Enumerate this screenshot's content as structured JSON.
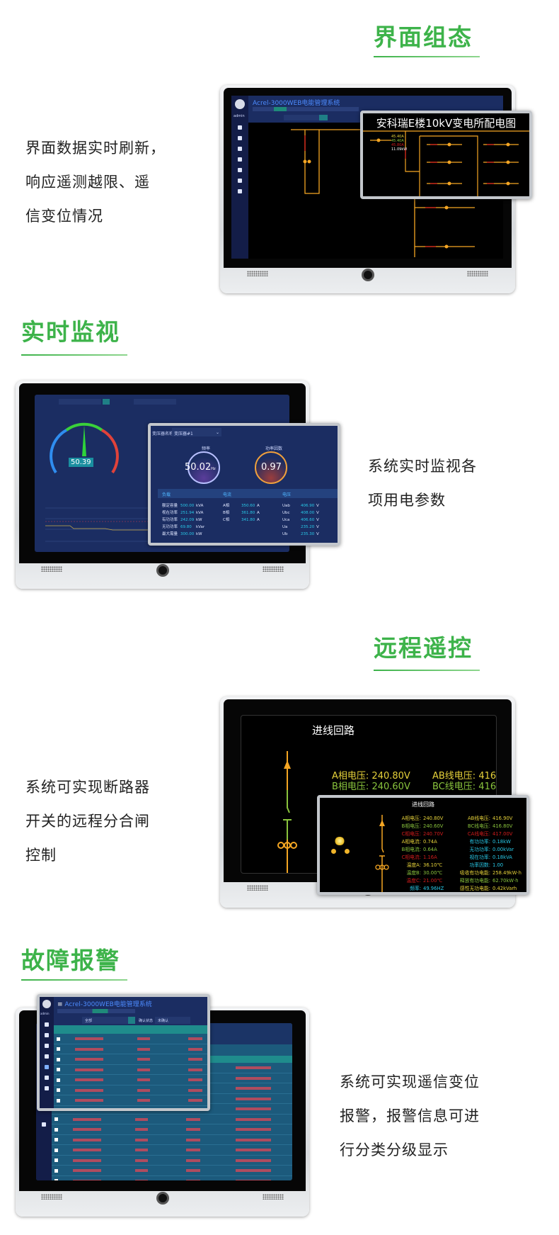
{
  "sections": [
    {
      "title": "界面组态",
      "desc": [
        "界面数据实时刷新，",
        "响应遥测越限、遥",
        "信变位情况"
      ]
    },
    {
      "title": "实时监视",
      "desc": [
        "系统实时监视各",
        "项用电参数"
      ]
    },
    {
      "title": "远程遥控",
      "desc": [
        "系统可实现断路器",
        "开关的远程分合闸",
        "控制"
      ]
    },
    {
      "title": "故障报警",
      "desc": [
        "系统可实现遥信变位",
        "报警，报警信息可进",
        "行分类分级显示"
      ]
    }
  ],
  "colors": {
    "accent_green": "#3db34a",
    "app_navy": "#1b2d62",
    "diagram_orange": "#f5a623",
    "alarm_red": "#c94a5a"
  },
  "screen1": {
    "app_title": "Acrel-3000WEB电能管理系统",
    "user": "admin",
    "overlay_title": "安科瑞E楼10kV变电所配电图",
    "readings": [
      "45.40A",
      "45.40A",
      "45.80A",
      "11.09kW"
    ]
  },
  "screen2": {
    "gauge_value": "50.39",
    "transformer_label": "变压器名称:",
    "transformer_value": "变压器#1",
    "freq_label": "频率",
    "freq_value": "50.02",
    "freq_unit": "Hz",
    "pf_label": "功率因数",
    "pf_value": "0.97",
    "table_headers": [
      "负载",
      "电流",
      "电压"
    ],
    "load": [
      {
        "k": "额定容量",
        "v": "500.00",
        "u": "kVA"
      },
      {
        "k": "视在功率",
        "v": "251.94",
        "u": "kVA"
      },
      {
        "k": "有功功率",
        "v": "242.09",
        "u": "kW"
      },
      {
        "k": "无功功率",
        "v": "69.80",
        "u": "kVar"
      },
      {
        "k": "最大需量",
        "v": "300.00",
        "u": "kW"
      }
    ],
    "current": [
      {
        "k": "A相",
        "v": "350.60",
        "u": "A"
      },
      {
        "k": "B相",
        "v": "361.80",
        "u": "A"
      },
      {
        "k": "C相",
        "v": "341.80",
        "u": "A"
      }
    ],
    "voltage": [
      {
        "k": "Uab",
        "v": "406.90",
        "u": "V"
      },
      {
        "k": "Ubc",
        "v": "408.00",
        "u": "V"
      },
      {
        "k": "Uca",
        "v": "406.60",
        "u": "V"
      },
      {
        "k": "Ua",
        "v": "235.20",
        "u": "V"
      },
      {
        "k": "Ub",
        "v": "235.30",
        "u": "V"
      }
    ]
  },
  "screen3": {
    "title": "进线回路",
    "big": [
      {
        "k": "A相电压:",
        "v": "240.80V",
        "c": "yl"
      },
      {
        "k": "B相电压:",
        "v": "240.60V",
        "c": "gr"
      },
      {
        "k": "AB线电压:",
        "v": "416",
        "c": "yl"
      },
      {
        "k": "BC线电压:",
        "v": "416",
        "c": "gr"
      }
    ],
    "left": [
      {
        "k": "A相电压:",
        "v": "240.80V",
        "c": "yl"
      },
      {
        "k": "B相电压:",
        "v": "240.60V",
        "c": "gr"
      },
      {
        "k": "C相电压:",
        "v": "240.70V",
        "c": "rd"
      },
      {
        "k": "A相电流:",
        "v": "0.74A",
        "c": "yl"
      },
      {
        "k": "B相电流:",
        "v": "0.64A",
        "c": "gr"
      },
      {
        "k": "C相电流:",
        "v": "1.16A",
        "c": "rd"
      },
      {
        "k": "温度A:",
        "v": "36.10℃",
        "c": "yl"
      },
      {
        "k": "温度B:",
        "v": "30.00℃",
        "c": "gr"
      },
      {
        "k": "温度C:",
        "v": "21.00℃",
        "c": "rd"
      },
      {
        "k": "频率:",
        "v": "49.96HZ",
        "c": "cy"
      }
    ],
    "right": [
      {
        "k": "AB线电压:",
        "v": "416.90V",
        "c": "yl"
      },
      {
        "k": "BC线电压:",
        "v": "416.80V",
        "c": "gr"
      },
      {
        "k": "CA线电压:",
        "v": "417.00V",
        "c": "rd"
      },
      {
        "k": "有功功率:",
        "v": "0.18kW",
        "c": "cy"
      },
      {
        "k": "无功功率:",
        "v": "0.00kVar",
        "c": "cy"
      },
      {
        "k": "视在功率:",
        "v": "0.18kVA",
        "c": "cy"
      },
      {
        "k": "功率因数:",
        "v": "1.00",
        "c": "cy"
      },
      {
        "k": "吸收有功电能:",
        "v": "258.49kW·h",
        "c": "yl"
      },
      {
        "k": "释放有功电能:",
        "v": "62.70kW·h",
        "c": "gr"
      },
      {
        "k": "感性无功电能:",
        "v": "0.42kVarh",
        "c": "yl"
      }
    ]
  },
  "screen4": {
    "app_title": "Acrel-3000WEB电能管理系统",
    "user": "admin",
    "filter_value": "全部",
    "confirm_label": "确认状态",
    "confirm_value": "未确认"
  }
}
